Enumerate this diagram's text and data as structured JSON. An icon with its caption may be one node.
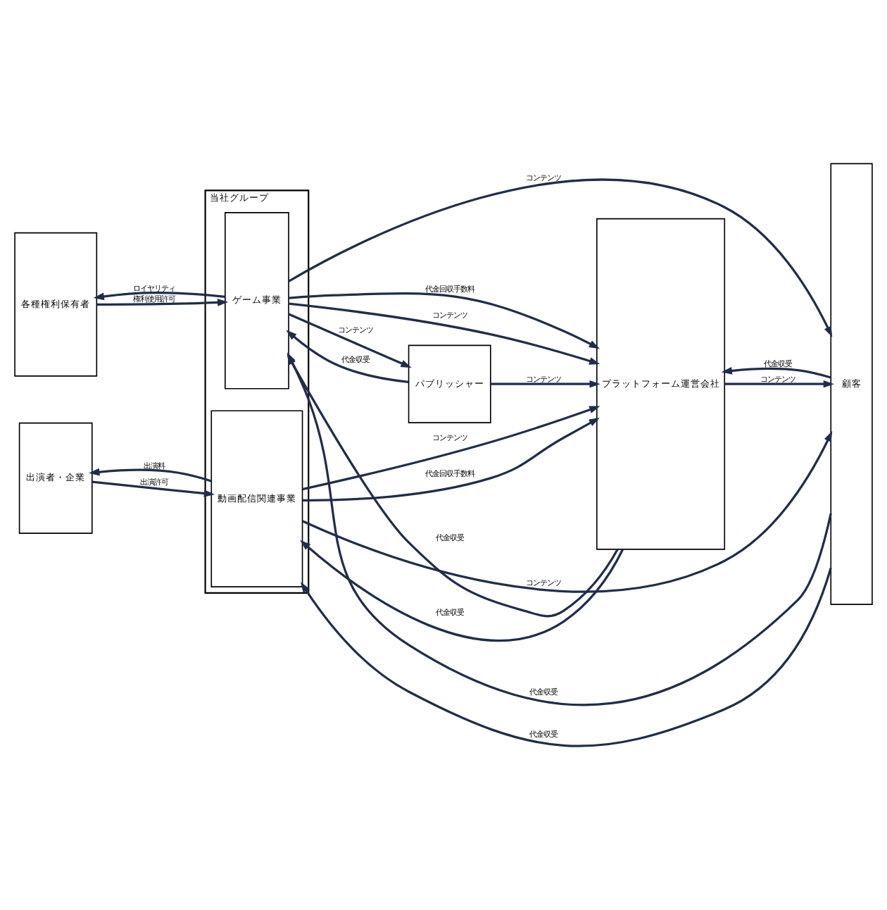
{
  "diagram": {
    "nodes": [
      {
        "text": [
          "当社グループ"
        ]
      },
      {
        "text": [
          "ゲーム事業"
        ],
        "in": 0
      },
      {
        "text": [
          "動画配信関連事業"
        ],
        "in": 0
      },
      {
        "text": [
          "各種権利保有者"
        ]
      },
      {
        "text": [
          "出演者・企業"
        ]
      },
      {
        "text": [
          "パブリッシャー"
        ]
      },
      {
        "text": [
          "プラットフォーム運営会社"
        ]
      },
      {
        "text": [
          "顧客"
        ]
      }
    ],
    "edges": [
      {
        "from": 1,
        "to": 7,
        "arrow": "to",
        "label": "コンテンツ"
      },
      {
        "from": 7,
        "to": 1,
        "arrow": "to",
        "label": "代金収受"
      },
      {
        "from": 3,
        "to": 1,
        "arrow": "to",
        "label": "権利使用許可"
      },
      {
        "from": 1,
        "to": 6,
        "arrow": "to",
        "label": "コンテンツ"
      },
      {
        "from": 6,
        "to": 1,
        "arrow": "to",
        "label": "代金収受"
      },
      {
        "from": 1,
        "to": 6,
        "arrow": "to",
        "label": "代金回収手数料"
      },
      {
        "from": 1,
        "to": 5,
        "arrow": "to",
        "label": "コンテンツ"
      },
      {
        "from": 5,
        "to": 6,
        "arrow": "to",
        "label": "コンテンツ"
      },
      {
        "from": 6,
        "to": 7,
        "arrow": "to",
        "label": "コンテンツ"
      },
      {
        "from": 1,
        "to": 3,
        "arrow": "to",
        "label": "ロイヤリティ"
      },
      {
        "from": 5,
        "to": 1,
        "arrow": "to",
        "label": "代金収受"
      },
      {
        "from": 7,
        "to": 6,
        "arrow": "to",
        "label": "代金収受"
      },
      {
        "from": 4,
        "to": 2,
        "arrow": "to",
        "label": "出演許可"
      },
      {
        "from": 2,
        "to": 6,
        "arrow": "to",
        "label": "コンテンツ"
      },
      {
        "from": 2,
        "to": 4,
        "arrow": "to",
        "label": "出演料"
      },
      {
        "from": 6,
        "to": 2,
        "arrow": "to",
        "label": "代金収受"
      },
      {
        "from": 2,
        "to": 6,
        "arrow": "to",
        "label": "代金回収手数料"
      },
      {
        "from": 2,
        "to": 7,
        "arrow": "to",
        "label": "コンテンツ"
      },
      {
        "from": 7,
        "to": 2,
        "arrow": "to",
        "label": "代金収受"
      }
    ]
  }
}
